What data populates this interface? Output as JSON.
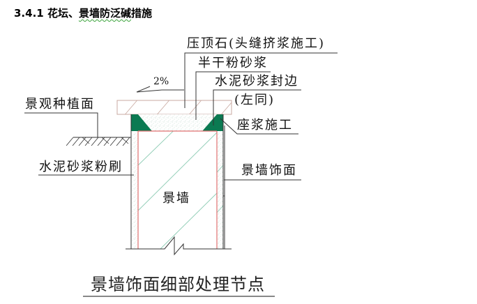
{
  "heading": {
    "number": "3.4.1",
    "text_plain": "花坛、",
    "text_underlined": "景墙防泛碱",
    "text_tail": "措施"
  },
  "labels": {
    "coping": "压顶石(头缝挤浆施工)",
    "semi_dry_mortar": "半干粉砂浆",
    "cement_edge_seal": "水泥砂浆封边",
    "same_on_left": "(左同)",
    "slope": "2%",
    "planting_surface": "景观种植面",
    "mortar_bedding": "座浆施工",
    "cement_plaster": "水泥砂浆粉刷",
    "wall_finish": "景墙饰面",
    "wall": "景墙"
  },
  "caption": "景墙饰面细部处理节点",
  "colors": {
    "coping_outline": "#c9a9a0",
    "seal_green": "#0b7a52",
    "inner_wall_red": "#e07070",
    "hatch_green": "#8ccbb3",
    "stipple": "#b9d6c9",
    "line": "#333333"
  }
}
